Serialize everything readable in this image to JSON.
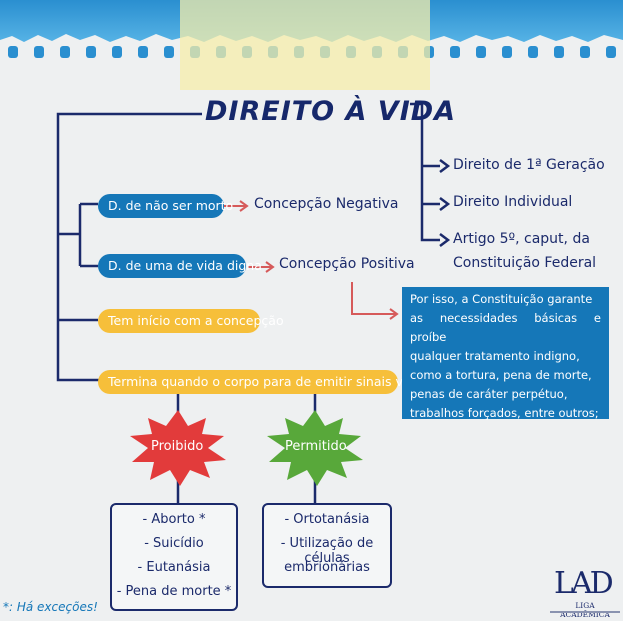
{
  "title": "DIREITO À VIDA",
  "right_items": [
    "Direito de 1ª Geração",
    "Direito Individual",
    "Artigo 5º, caput, da",
    "Constituição Federal"
  ],
  "branches": [
    {
      "label": "D. de não ser morto",
      "concept": "Concepção Negativa"
    },
    {
      "label": "D. de uma de vida digna",
      "concept": "Concepção Positiva"
    }
  ],
  "yellow_items": [
    "Tem início com a concepção",
    "Termina quando o corpo para de emitir sinais vitais"
  ],
  "info_box_lines": [
    "Por isso, a Constituição garante",
    "as necessidades básicas e proíbe",
    "qualquer tratamento indigno,",
    "como a tortura, pena de morte,",
    "penas de caráter perpétuo,",
    "trabalhos forçados, entre outros;"
  ],
  "prohibited": {
    "label": "Proibido",
    "items": [
      "- Aborto *",
      "- Suicídio",
      "- Eutanásia",
      "- Pena de morte *"
    ]
  },
  "permitted": {
    "label": "Permitido",
    "items": [
      "- Ortotanásia",
      "- Utilização de células",
      "embrionárias"
    ]
  },
  "footnote": "*: Há exceções!",
  "logo": {
    "mark": "LAD",
    "text": "LIGA ACADÊMICA"
  },
  "colors": {
    "navy": "#1b2a6b",
    "blue": "#1577b8",
    "yellow": "#f6bf3a",
    "red": "#e23b3b",
    "green": "#58a83a",
    "arrow_red": "#d65a5a"
  }
}
